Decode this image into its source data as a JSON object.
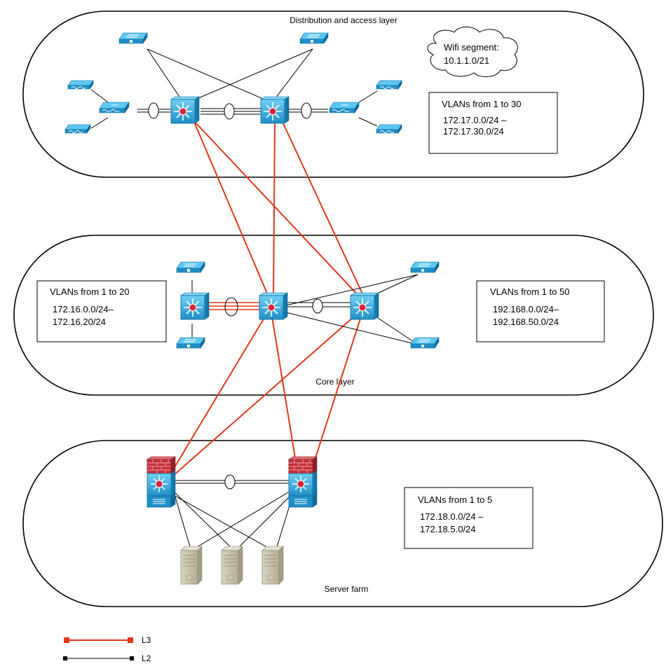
{
  "zones": {
    "distribution": {
      "title": "Distribution and access layer"
    },
    "core": {
      "title": "Core layer"
    },
    "server": {
      "title": "Server farm"
    }
  },
  "wifi": {
    "line1": "Wifi segment:",
    "line2": "10.1.1.0/21"
  },
  "vlan_boxes": {
    "distribution": {
      "title": "VLANs from 1 to 30",
      "range_start": "172.17.0.0/24 –",
      "range_end": "172.17.30.0/24"
    },
    "core_left": {
      "title": "VLANs from 1 to 20",
      "range_start": "172.16.0.0/24–",
      "range_end": "172.16.20/24"
    },
    "core_right": {
      "title": "VLANs from 1 to 50",
      "range_start": "192.168.0.0/24–",
      "range_end": "192.168.50.0/24"
    },
    "server": {
      "title": "VLANs from 1 to 5",
      "range_start": "172.18.0.0/24 –",
      "range_end": "172.18.5.0/24"
    }
  },
  "legend": {
    "l3_label": "L3",
    "l2_label": "L2"
  },
  "colors": {
    "l3_link": "#e2371a",
    "l2_link": "#000000",
    "switch_blue": "#2a9fd6",
    "firewall_red": "#c8323c",
    "server_beige": "#c9c4ad"
  },
  "icons": {
    "multilayer_switch": "multilayer-switch-icon",
    "access_switch": "workgroup-switch-icon",
    "wireless_switch": "wireless-switch-icon",
    "access_point": "access-point-icon",
    "firewall_switch": "firewall-switch-icon",
    "server": "server-icon",
    "port_channel": "port-channel-ring-icon"
  }
}
